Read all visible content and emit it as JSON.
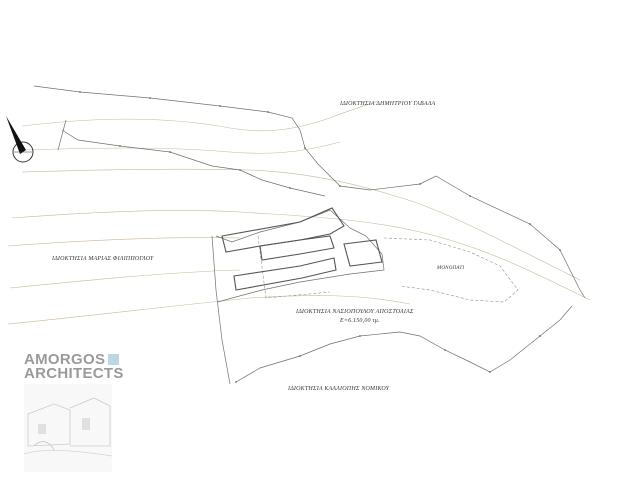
{
  "labels": {
    "owner_dimitriou": "ΙΔΙΟΚΤΗΣΙΑ ΔΗΜΗΤΡΙΟΥ ΓΑΒΑΛΑ",
    "owner_filippogl": "ΙΔΙΟΚΤΗΣΙΑ ΜΑΡΙΑΣ ΦΙΛΙΠΠΟΓΛΟΥ",
    "owner_nasiopoulou": "ΙΔΙΟΚΤΗΣΙΑ ΝΑΣΙΟΠΟΥΛΟΥ ΑΠΟΣΤΟΛΙΑΣ",
    "area": "Ε=6.150,00 τμ.",
    "owner_nomikou": "ΙΔΙΟΚΤΗΣΙΑ ΚΑΛΛΙΟΠΗΣ ΝΟΜΙΚΟΥ",
    "monopati": "ΜΟΝΟΠΑΤΙ"
  },
  "brand": {
    "line1": "AMORGOS",
    "line2": "ARCHITECTS"
  },
  "colors": {
    "contour": "#c8b898",
    "boundary": "#707070",
    "building": "#555555",
    "brand_text": "#9a9a9a",
    "brand_accent": "#bcd6e6"
  },
  "icons": {
    "north_arrow": "north-arrow-icon"
  }
}
